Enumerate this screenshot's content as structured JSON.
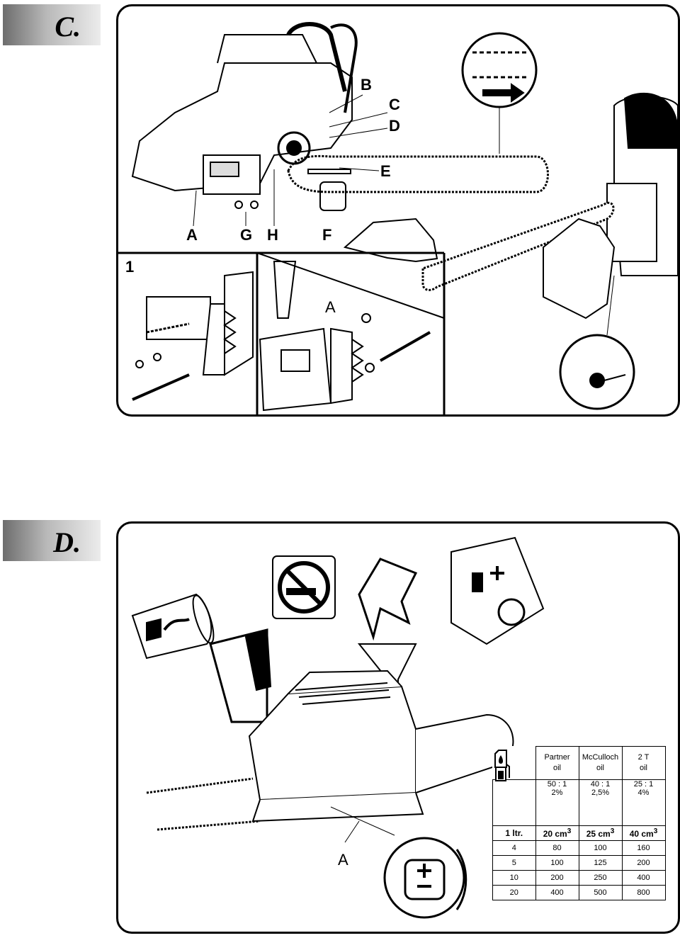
{
  "sections": [
    {
      "letter": "C."
    },
    {
      "letter": "D."
    }
  ],
  "panel_c": {
    "callouts": [
      "A",
      "G",
      "H",
      "F",
      "B",
      "C",
      "D",
      "E"
    ],
    "inset_number": "1",
    "inset_mid_label": "A"
  },
  "panel_d": {
    "label_a": "A",
    "table": {
      "headers": [
        {
          "line1": "Partner",
          "line2": "oil"
        },
        {
          "line1": "McCulloch",
          "line2": "oil"
        },
        {
          "line1": "2 T",
          "line2": "oil"
        }
      ],
      "ratios": [
        "50 : 1",
        "40 : 1",
        "25 : 1"
      ],
      "percents": [
        "2%",
        "2,5%",
        "4%"
      ],
      "unit_row": {
        "label": "1 ltr.",
        "values": [
          "20 cm",
          "25 cm",
          "40 cm"
        ],
        "sup": "3"
      },
      "rows": [
        [
          "4",
          "80",
          "100",
          "160"
        ],
        [
          "5",
          "100",
          "125",
          "200"
        ],
        [
          "10",
          "200",
          "250",
          "400"
        ],
        [
          "20",
          "400",
          "500",
          "800"
        ]
      ]
    }
  }
}
